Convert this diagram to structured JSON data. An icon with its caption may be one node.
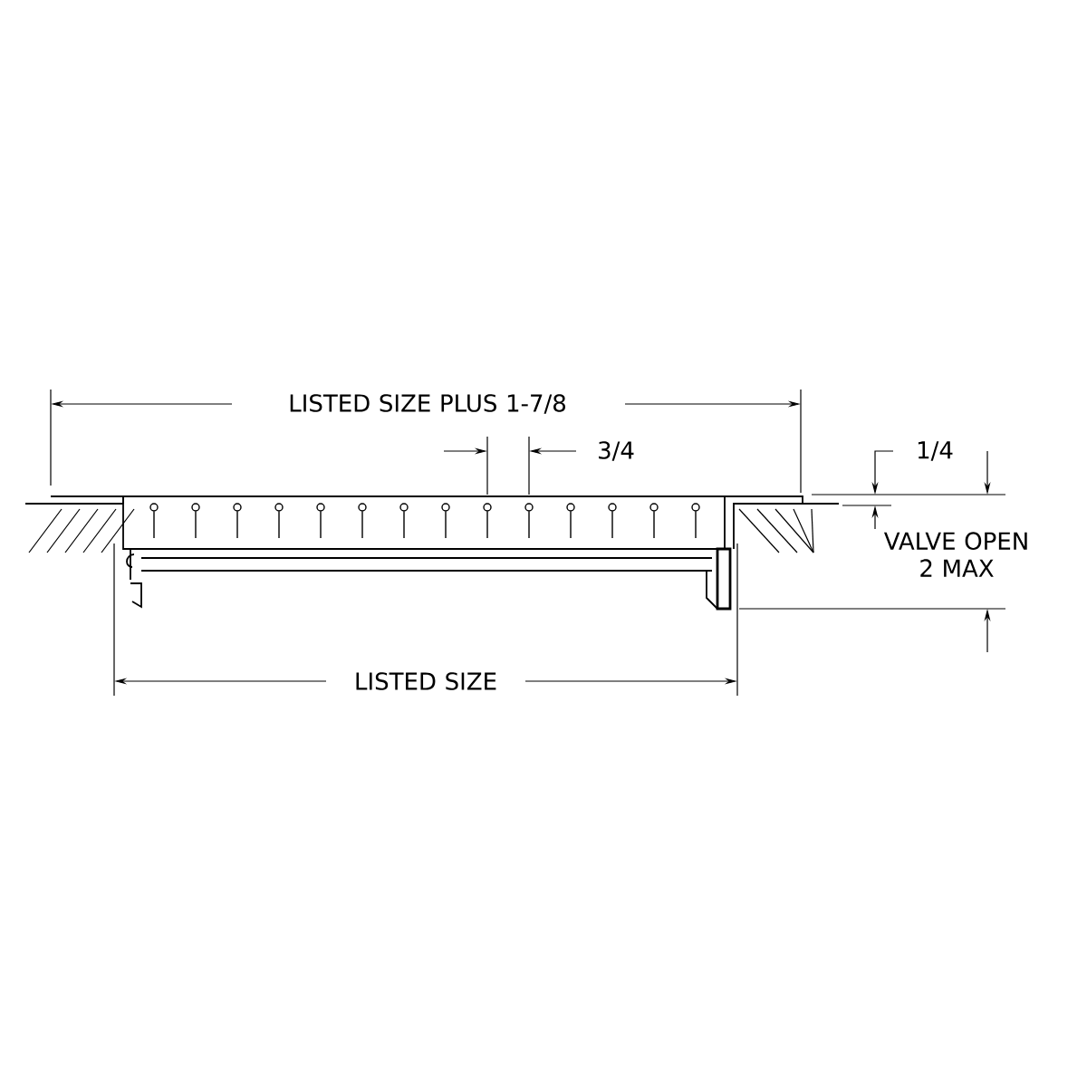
{
  "diagram": {
    "labels": [
      "LISTED SIZE PLUS 1-7/8",
      "3/4",
      "1/4",
      "VALVE OPEN 2 MAX",
      "LISTED SIZE"
    ]
  }
}
